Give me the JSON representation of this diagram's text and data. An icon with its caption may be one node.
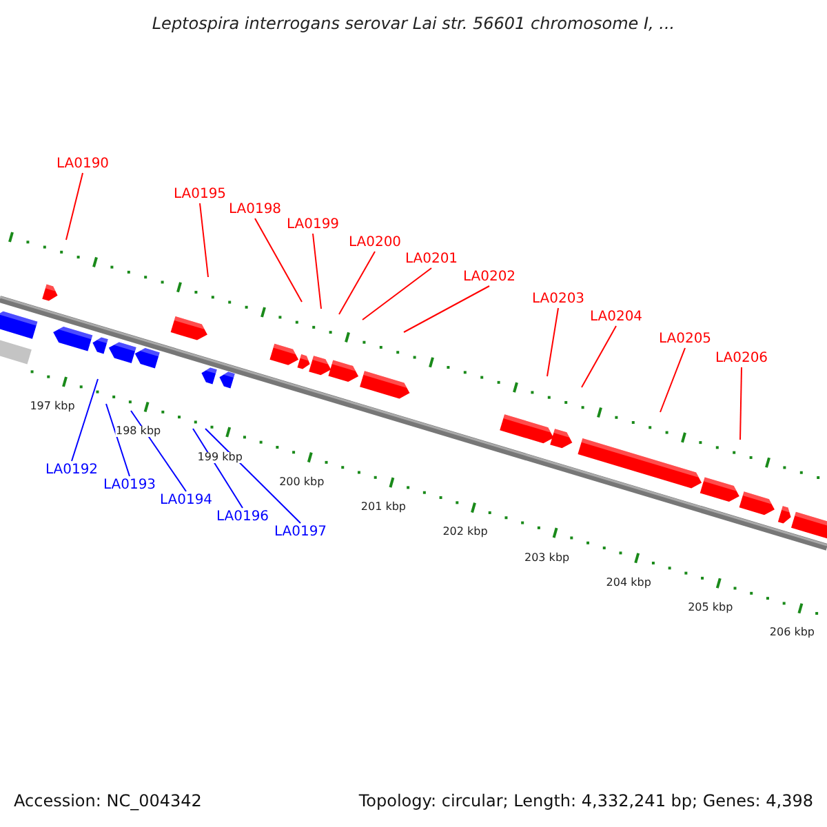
{
  "diagram": {
    "title": "Leptospira interrogans serovar Lai str. 56601 chromosome I, ...",
    "nodes": [
      {
        "text": [
          "LA0190"
        ]
      },
      {
        "text": [
          "LA0195"
        ]
      },
      {
        "text": [
          "LA0198"
        ]
      },
      {
        "text": [
          "LA0199"
        ]
      },
      {
        "text": [
          "LA0200"
        ]
      },
      {
        "text": [
          "LA0201"
        ]
      },
      {
        "text": [
          "LA0202"
        ]
      },
      {
        "text": [
          "LA0203"
        ]
      },
      {
        "text": [
          "LA0204"
        ]
      },
      {
        "text": [
          "LA0205"
        ]
      },
      {
        "text": [
          "LA0206"
        ]
      },
      {
        "text": [
          "LA0192"
        ]
      },
      {
        "text": [
          "LA0193"
        ]
      },
      {
        "text": [
          "LA0194"
        ]
      },
      {
        "text": [
          "LA0196"
        ]
      },
      {
        "text": [
          "LA0197"
        ]
      }
    ],
    "edges": [
      {
        "from": 0,
        "to": null,
        "arrow": "none"
      },
      {
        "from": 1,
        "to": null,
        "arrow": "none"
      },
      {
        "from": 2,
        "to": null,
        "arrow": "none"
      },
      {
        "from": 3,
        "to": null,
        "arrow": "none"
      },
      {
        "from": 4,
        "to": null,
        "arrow": "none"
      },
      {
        "from": 5,
        "to": null,
        "arrow": "none"
      },
      {
        "from": 6,
        "to": null,
        "arrow": "none"
      },
      {
        "from": 7,
        "to": null,
        "arrow": "none"
      },
      {
        "from": 8,
        "to": null,
        "arrow": "none"
      },
      {
        "from": 9,
        "to": null,
        "arrow": "none"
      },
      {
        "from": 10,
        "to": null,
        "arrow": "none"
      },
      {
        "from": 11,
        "to": null,
        "arrow": "none",
        "color": "#0000ff"
      },
      {
        "from": 12,
        "to": null,
        "arrow": "none",
        "color": "#0000ff"
      },
      {
        "from": 13,
        "to": null,
        "arrow": "none",
        "color": "#0000ff"
      },
      {
        "from": 14,
        "to": null,
        "arrow": "none",
        "color": "#0000ff"
      },
      {
        "from": 15,
        "to": null,
        "arrow": "none",
        "color": "#0000ff"
      }
    ],
    "labels": [
      "197 kbp",
      "198 kbp",
      "199 kbp",
      "200 kbp",
      "201 kbp",
      "202 kbp",
      "203 kbp",
      "204 kbp",
      "205 kbp",
      "206 kbp",
      "Accession: NC_004342",
      "Topology: circular; Length: 4,332,241 bp; Genes: 4,398"
    ]
  }
}
